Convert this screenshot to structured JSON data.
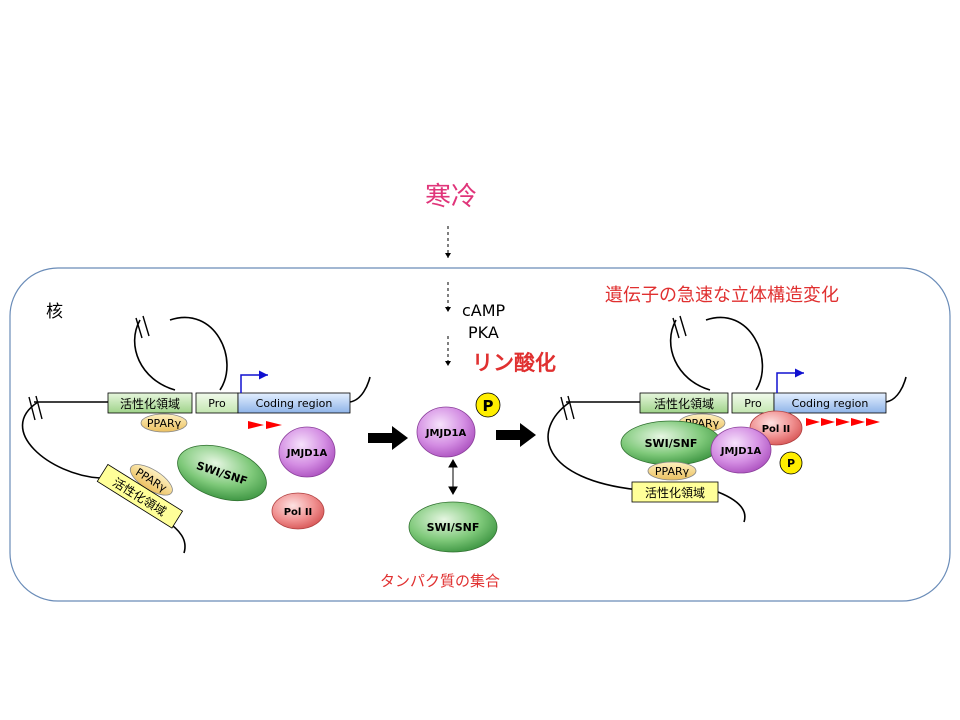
{
  "title": "寒冷",
  "nucleus_label": "核",
  "signals": {
    "camp": "cAMP",
    "pka": "PKA",
    "phosphorylation": "リン酸化"
  },
  "headline_right": "遺伝子の急速な立体構造変化",
  "caption_bottom": "タンパク質の集合",
  "left_panel": {
    "enhancer_top": "活性化領域",
    "promoter": "Pro",
    "coding": "Coding  region",
    "ppar_top": "PPARγ",
    "ppar_bottom": "PPARγ",
    "enhancer_bottom": "活性化領域",
    "swi_snf": "SWI/SNF",
    "jmjd1a": "JMJD1A",
    "pol_ii": "Pol II"
  },
  "middle": {
    "jmjd1a": "JMJD1A",
    "phospho": "P",
    "swi_snf": "SWI/SNF"
  },
  "right_panel": {
    "enhancer_top": "活性化領域",
    "promoter": "Pro",
    "coding": "Coding  region",
    "ppar_top": "PPARγ",
    "swi_snf": "SWI/SNF",
    "jmjd1a": "JMJD1A",
    "pol_ii": "Pol II",
    "phospho": "P",
    "ppar_bottom": "PPARγ",
    "enhancer_bottom": "活性化領域"
  },
  "colors": {
    "title": "#e0357a",
    "phosphorylation": "#e03030",
    "headline": "#e03030",
    "caption": "#e03030",
    "enhancer": "#b8e3a8",
    "enhancer_bottom": "#ffff99",
    "ppar": "#f6d57a",
    "promoter": "#d6f0c8",
    "coding": "#a8c8f0",
    "swi_snf": "#6fbf6f",
    "jmjd1a": "#cf79df",
    "pol_ii": "#f07a7a",
    "phospho": "#ffee00",
    "arrow_red": "#ff0000",
    "tss_arrow": "#1010d0",
    "nucleus_border": "#6a8cb8"
  }
}
